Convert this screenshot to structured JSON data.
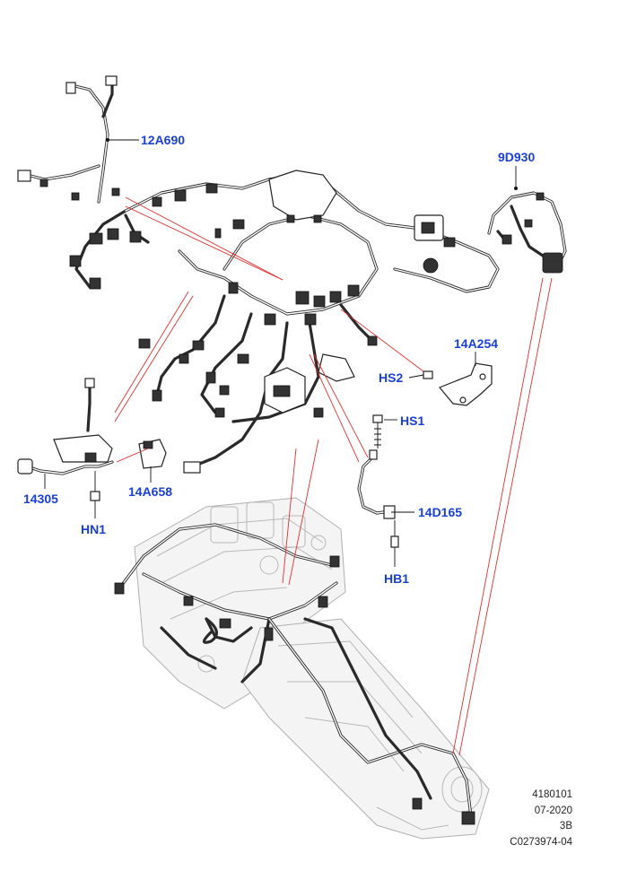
{
  "callouts": {
    "c12a690": "12A690",
    "c9d930": "9D930",
    "c14a254": "14A254",
    "hs2": "HS2",
    "hs1": "HS1",
    "c14305": "14305",
    "c14a658": "14A658",
    "hn1": "HN1",
    "c14d165": "14D165",
    "hb1": "HB1"
  },
  "footer": {
    "line1": "4180101",
    "line2": "07-2020",
    "line3": "3B",
    "line4": "C0273974-04"
  },
  "colors": {
    "callout_text": "#1a3fd6",
    "leader_red": "#e03030",
    "wire": "#2a2a2a"
  }
}
